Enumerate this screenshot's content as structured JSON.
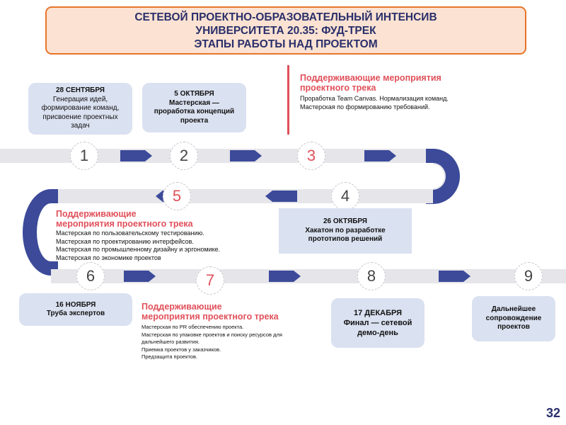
{
  "title": {
    "line1": "СЕТЕВОЙ ПРОЕКТНО-ОБРАЗОВАТЕЛЬНЫЙ ИНТЕНСИВ",
    "line2": "УНИВЕРСИТЕТА 20.35: ФУД-ТРЕК",
    "line3": "ЭТАПЫ РАБОТЫ НАД ПРОЕКТОМ"
  },
  "colors": {
    "track": "#e5e5ea",
    "arrow": "#3c4a99",
    "accent": "#e0505a",
    "card": "#dae1f0",
    "title_border": "#e8742a"
  },
  "stages": [
    {
      "number": "1",
      "date": "28 СЕНТЯБРЯ",
      "text": "Генерация идей, формирование команд, присвоение проектных задач"
    },
    {
      "number": "2",
      "date": "5 ОКТЯБРЯ",
      "text": "Мастерская — проработка концепций проекта"
    },
    {
      "number": "3"
    },
    {
      "number": "4",
      "date": "26 ОКТЯБРЯ",
      "text": "Хакатон по разработке прототипов решений"
    },
    {
      "number": "5"
    },
    {
      "number": "6",
      "date": "16 НОЯБРЯ",
      "text": "Труба экспертов"
    },
    {
      "number": "7"
    },
    {
      "number": "8",
      "date": "17 ДЕКАБРЯ",
      "text": "Финал — сетевой демо-день"
    },
    {
      "number": "9",
      "text": "Дальнейшее сопровождение проектов"
    }
  ],
  "support3": {
    "heading_l1": "Поддерживающие мероприятия",
    "heading_l2": "проектного трека",
    "items": [
      "Проработка Team Canvas. Нормализация команд.",
      "Мастерская по формированию требований."
    ]
  },
  "support5": {
    "heading_l1": "Поддерживающие",
    "heading_l2": "мероприятия проектного трека",
    "items": [
      "Мастерская по пользовательскому тестированию.",
      "Мастерская по проектированию интерфейсов.",
      "Мастерская по промышленному дизайну и эргономике.",
      "Мастерская по экономике проектов"
    ]
  },
  "support7": {
    "heading_l1": "Поддерживающие",
    "heading_l2": "мероприятия проектного трека",
    "items": [
      "Мастерская по PR обеспечению проекта.",
      "Мастерская по упаковке проектов и поиску ресурсов для",
      "дальнейшего развития.",
      "Приемка проектов у заказчиков.",
      "Предзащита проектов."
    ]
  },
  "page_number": "32"
}
